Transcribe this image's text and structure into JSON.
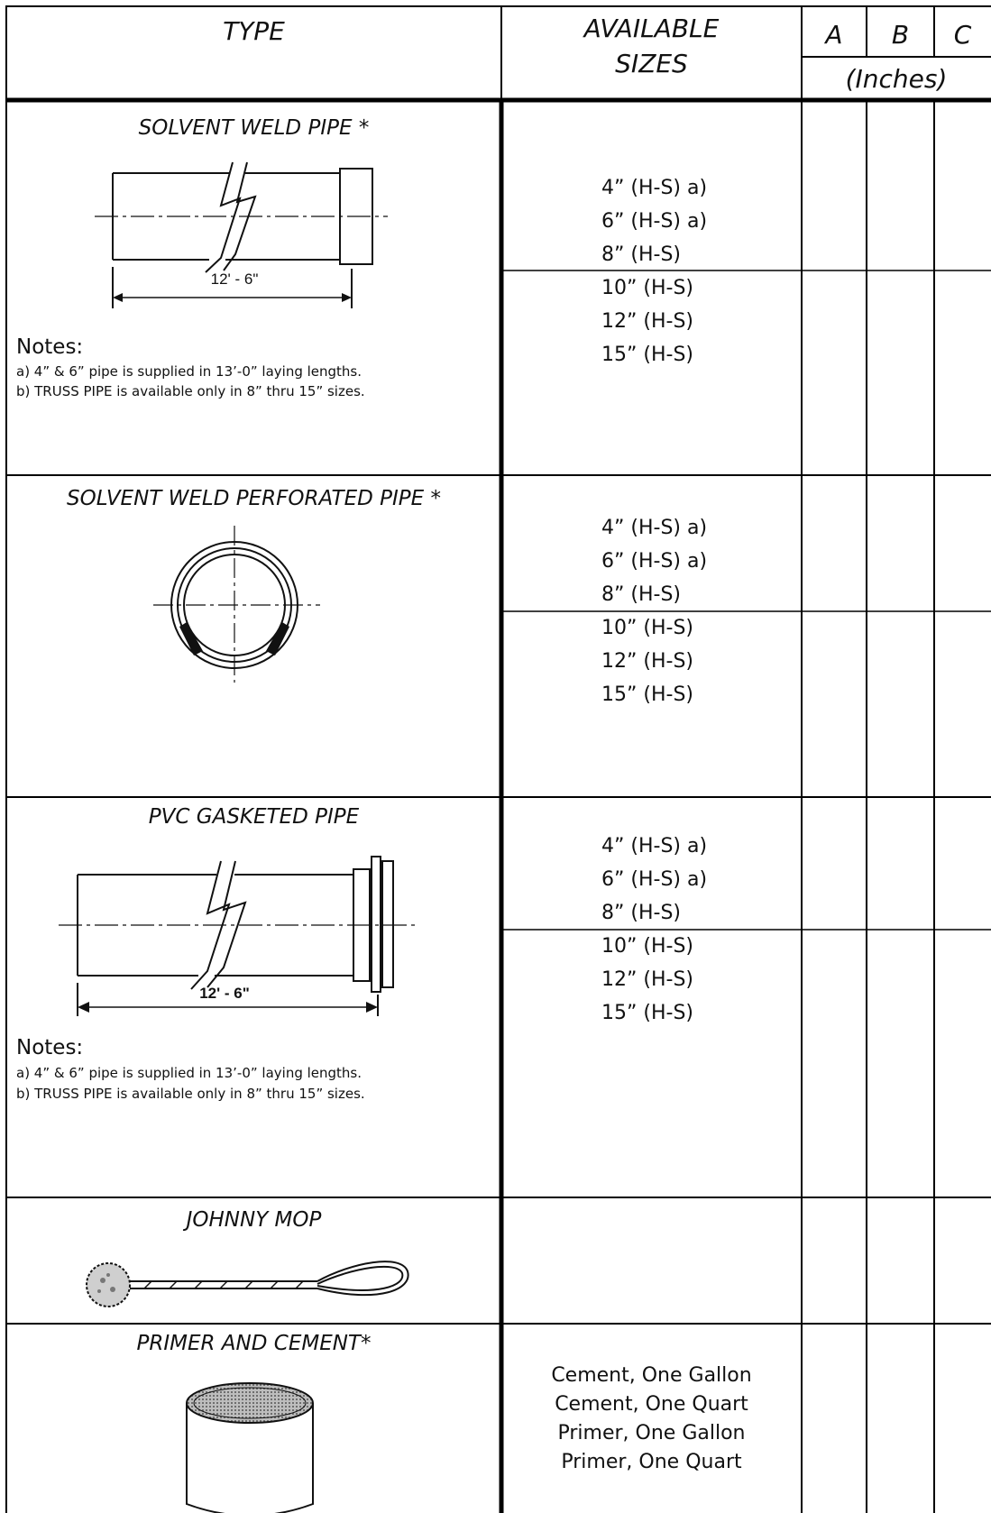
{
  "header": {
    "type": "TYPE",
    "available": "AVAILABLE",
    "sizes": "SIZES",
    "col_a": "A",
    "col_b": "B",
    "col_c": "C",
    "units": "(Inches)"
  },
  "sections": [
    {
      "title": "SOLVENT WELD PIPE *",
      "dimension": "12' - 6\"",
      "notes_title": "Notes:",
      "note_a": "a) 4” & 6” pipe is supplied in 13’-0” laying lengths.",
      "note_b": "b) TRUSS PIPE is available only in 8” thru 15” sizes.",
      "sizes": [
        "4” (H-S) a)",
        "6” (H-S) a)",
        "8” (H-S)",
        "10” (H-S)",
        "12” (H-S)",
        "15” (H-S)"
      ]
    },
    {
      "title": "SOLVENT WELD PERFORATED PIPE *",
      "sizes": [
        "4” (H-S) a)",
        "6” (H-S) a)",
        "8” (H-S)",
        "10” (H-S)",
        "12” (H-S)",
        "15” (H-S)"
      ]
    },
    {
      "title": "PVC GASKETED PIPE",
      "dimension": "12' - 6\"",
      "notes_title": "Notes:",
      "note_a": "a) 4” & 6” pipe is supplied in 13’-0” laying lengths.",
      "note_b": "b) TRUSS PIPE is available only in 8” thru 15” sizes.",
      "sizes": [
        "4” (H-S) a)",
        "6” (H-S) a)",
        "8” (H-S)",
        "10” (H-S)",
        "12” (H-S)",
        "15” (H-S)"
      ]
    },
    {
      "title": "JOHNNY MOP"
    },
    {
      "title": "PRIMER AND CEMENT*",
      "items": [
        "Cement, One Gallon",
        "Cement, One Quart",
        "Primer, One Gallon",
        "Primer, One Quart"
      ]
    }
  ]
}
